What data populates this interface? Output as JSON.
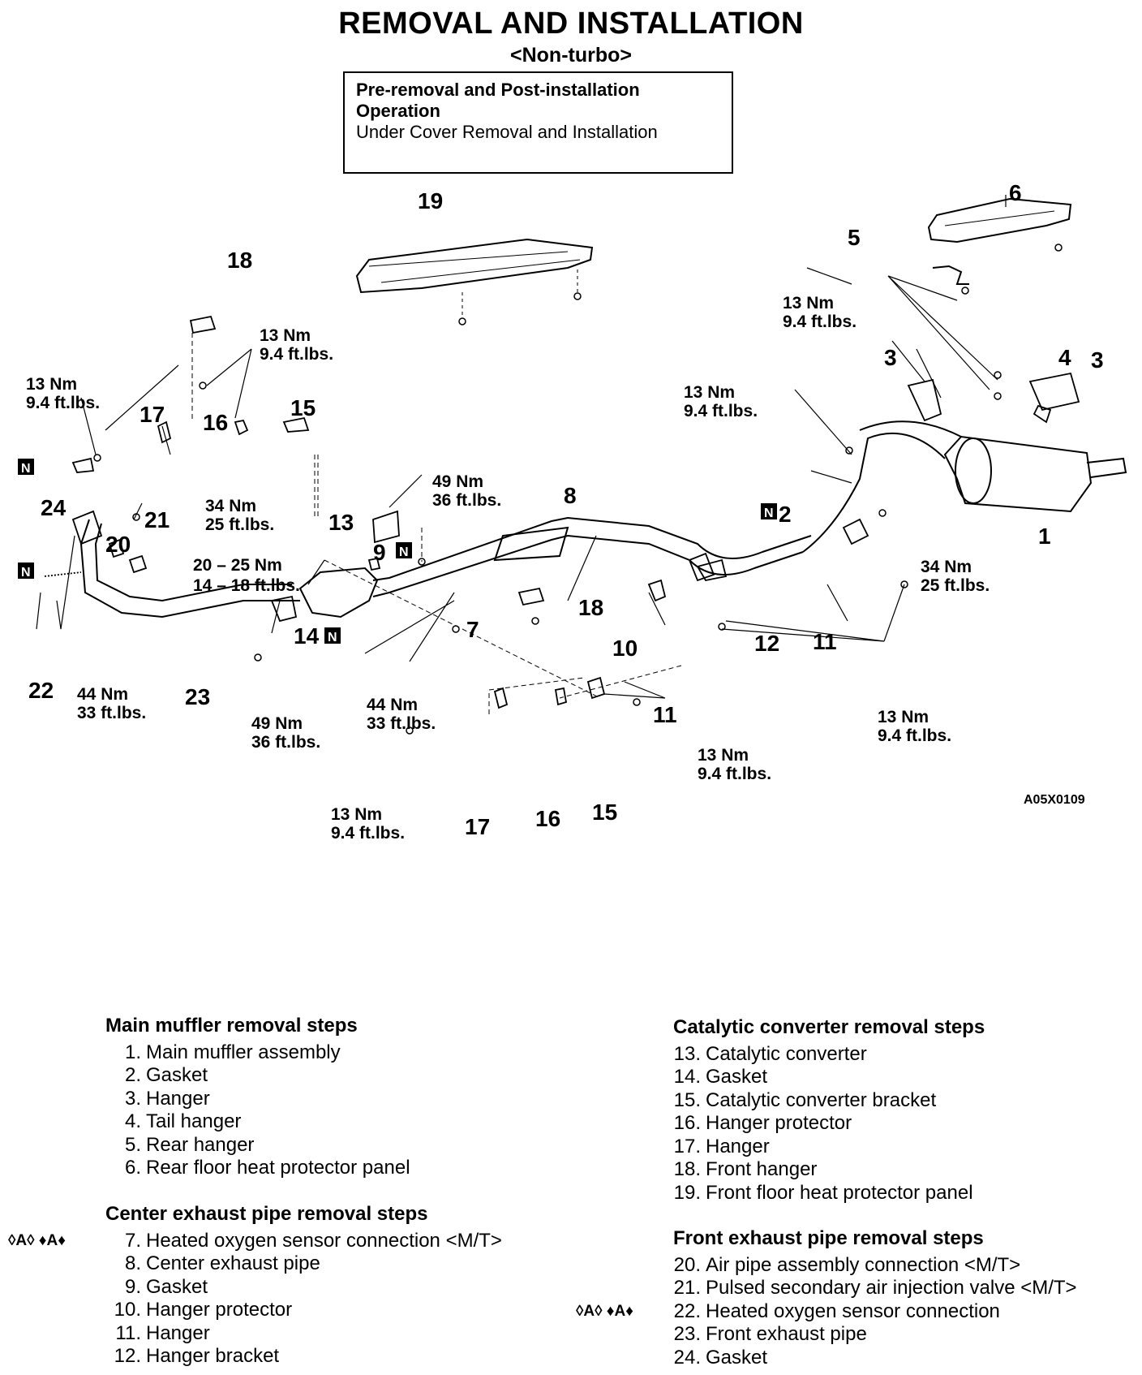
{
  "header": {
    "title": "REMOVAL AND INSTALLATION",
    "subtitle": "<Non-turbo>"
  },
  "pre_box": {
    "line1": "Pre-removal and Post-installation",
    "line2": "Operation",
    "line3": "Under Cover Removal and Installation"
  },
  "diagram": {
    "figure_code": "A05X0109",
    "n_mark": "N",
    "torques": {
      "t13": [
        "13 Nm",
        "9.4 ft.lbs."
      ],
      "t34": [
        "34 Nm",
        "25 ft.lbs."
      ],
      "t49": [
        "49 Nm",
        "36 ft.lbs."
      ],
      "t44": [
        "44 Nm",
        "33 ft.lbs."
      ],
      "t2025": [
        "20 – 25 Nm",
        "14 – 18 ft.lbs."
      ]
    },
    "part_numbers": [
      "1",
      "2",
      "3",
      "4",
      "5",
      "6",
      "7",
      "8",
      "9",
      "10",
      "11",
      "12",
      "13",
      "14",
      "15",
      "16",
      "17",
      "18",
      "19",
      "20",
      "21",
      "22",
      "23",
      "24"
    ]
  },
  "steps": {
    "main_muffler": {
      "heading": "Main muffler removal steps",
      "items": [
        {
          "n": "1.",
          "t": "Main muffler assembly"
        },
        {
          "n": "2.",
          "t": "Gasket"
        },
        {
          "n": "3.",
          "t": "Hanger"
        },
        {
          "n": "4.",
          "t": "Tail hanger"
        },
        {
          "n": "5.",
          "t": "Rear hanger"
        },
        {
          "n": "6.",
          "t": "Rear floor heat protector panel"
        }
      ]
    },
    "center_pipe": {
      "heading": "Center exhaust pipe removal steps",
      "items": [
        {
          "n": "7.",
          "t": "Heated oxygen sensor connection <M/T>"
        },
        {
          "n": "8.",
          "t": "Center exhaust pipe"
        },
        {
          "n": "9.",
          "t": "Gasket"
        },
        {
          "n": "10.",
          "t": "Hanger protector"
        },
        {
          "n": "11.",
          "t": "Hanger"
        },
        {
          "n": "12.",
          "t": "Hanger bracket"
        }
      ]
    },
    "catalytic": {
      "heading": "Catalytic converter removal steps",
      "items": [
        {
          "n": "13.",
          "t": "Catalytic converter"
        },
        {
          "n": "14.",
          "t": "Gasket"
        },
        {
          "n": "15.",
          "t": "Catalytic converter bracket"
        },
        {
          "n": "16.",
          "t": "Hanger protector"
        },
        {
          "n": "17.",
          "t": "Hanger"
        },
        {
          "n": "18.",
          "t": "Front hanger"
        },
        {
          "n": "19.",
          "t": "Front floor heat protector panel"
        }
      ]
    },
    "front_pipe": {
      "heading": "Front exhaust pipe removal steps",
      "items": [
        {
          "n": "20.",
          "t": "Air pipe assembly connection <M/T>"
        },
        {
          "n": "21.",
          "t": "Pulsed secondary air injection valve <M/T>"
        },
        {
          "n": "22.",
          "t": "Heated oxygen sensor connection"
        },
        {
          "n": "23.",
          "t": "Front exhaust pipe"
        },
        {
          "n": "24.",
          "t": "Gasket"
        }
      ]
    },
    "marks": {
      "aa": "◊A◊ ♦A♦"
    }
  }
}
